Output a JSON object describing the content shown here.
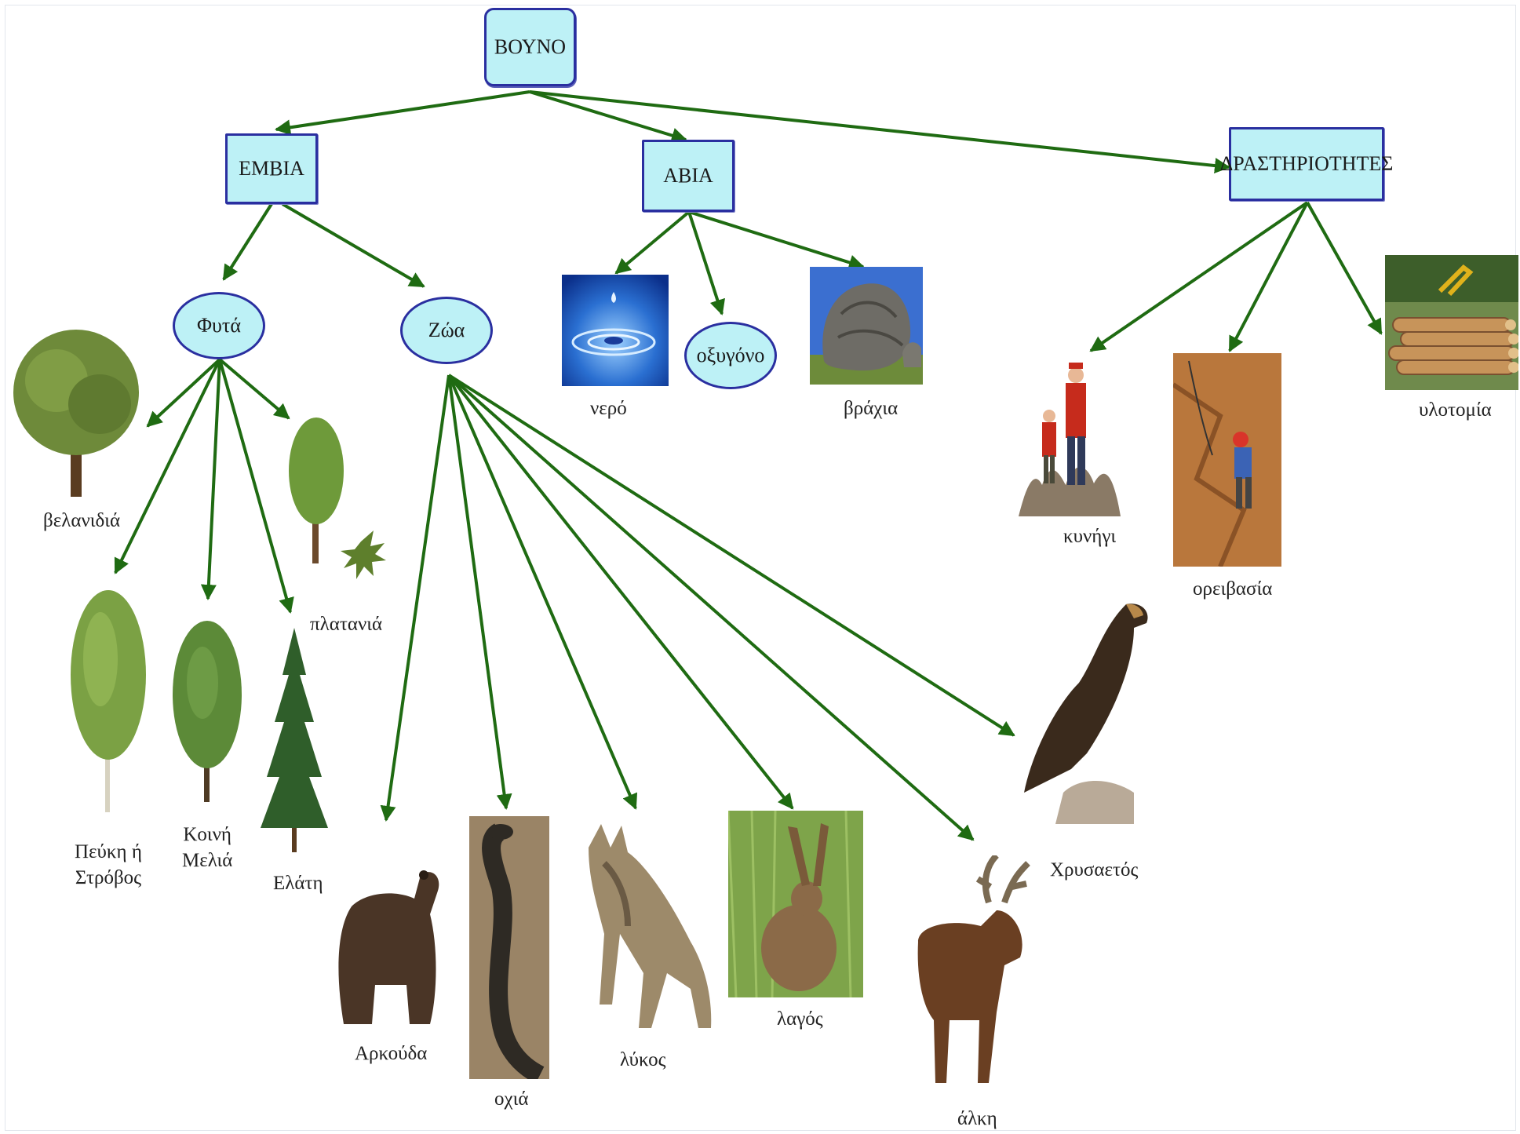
{
  "nodes": {
    "root": "ΒΟΥΝΟ",
    "biotic": "ΕΜΒΙΑ",
    "abiotic": "ΑΒΙΑ",
    "activities": "ΔΡΑΣΤΗΡΙΟΤΗΤΕΣ",
    "plants": "Φυτά",
    "animals": "Ζώα",
    "oxygen": "οξυγόνο"
  },
  "labels": {
    "water": "νερό",
    "rocks": "βράχια",
    "hunting": "κυνήγι",
    "climbing": "ορειβασία",
    "logging": "υλοτομία",
    "oak": "βελανιδιά",
    "plane_tree": "πλατανιά",
    "pine_line1": "Πεύκη ή",
    "pine_line2": "Στρόβος",
    "ash_line1": "Κοινή",
    "ash_line2": "Μελιά",
    "fir": "Ελάτη",
    "bear": "Αρκούδα",
    "viper": "οχιά",
    "wolf": "λύκος",
    "hare": "λαγός",
    "moose": "άλκη",
    "eagle": "Χρυσαετός"
  },
  "colors": {
    "node_fill": "#bdf1f6",
    "node_border": "#2a2fa0",
    "arrow": "#1f6b12"
  }
}
